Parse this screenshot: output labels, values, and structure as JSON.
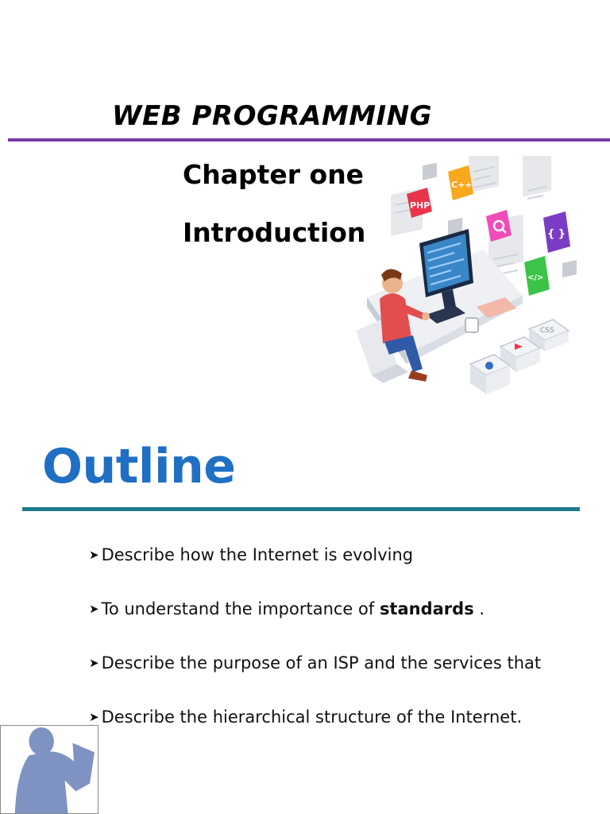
{
  "slide1": {
    "title": "WEB PROGRAMMING",
    "chapter": "Chapter one",
    "subtitle": "Introduction",
    "title_rule_color": "#7a3aa8",
    "illustration": {
      "icon_name": "developer-at-desk-illustration",
      "badges": [
        "PHP",
        "C++",
        "{ }",
        "</>",
        "CSS"
      ]
    }
  },
  "slide2": {
    "heading": "Outline",
    "heading_color": "#1f6fc4",
    "rule_color": "#1f7a8c",
    "bullet_icon": "arrow-bullet-icon",
    "bullets": [
      {
        "text": "Describe how the Internet is evolving"
      },
      {
        "pre": "To understand the importance of ",
        "bold": "standards",
        "post": " ."
      },
      {
        "text": "Describe the purpose of an ISP and the services that"
      },
      {
        "text": "Describe the hierarchical structure of the Internet."
      }
    ],
    "figure_icon": "reading-person-silhouette-icon"
  }
}
